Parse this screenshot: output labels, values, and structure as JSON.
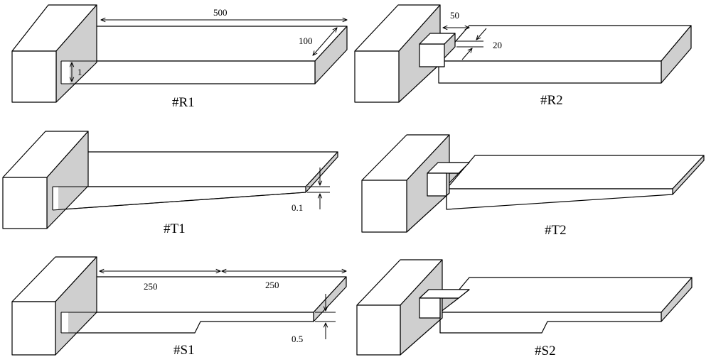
{
  "figures": {
    "r1": {
      "caption": "#R1",
      "dim_length": "500",
      "dim_width": "100",
      "dim_thickness": "1"
    },
    "r2": {
      "caption": "#R2",
      "dim_slot_length": "50",
      "dim_slot_width": "20"
    },
    "t1": {
      "caption": "#T1",
      "dim_tip": "0.1"
    },
    "t2": {
      "caption": "#T2"
    },
    "s1": {
      "caption": "#S1",
      "dim_half1": "250",
      "dim_half2": "250",
      "dim_step": "0.5"
    },
    "s2": {
      "caption": "#S2"
    }
  },
  "colors": {
    "side_face": "#cfcfcf",
    "line": "#000000"
  }
}
